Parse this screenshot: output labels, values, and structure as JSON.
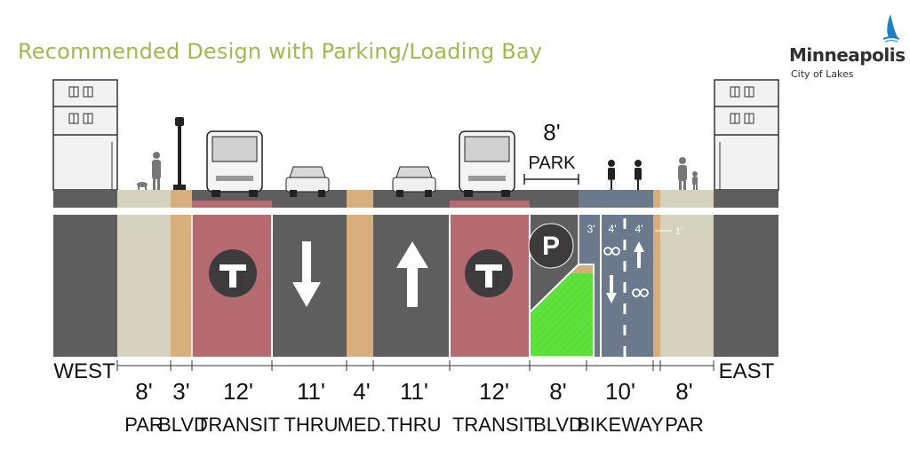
{
  "title": "Recommended Design with Parking/Loading Bay",
  "logo": {
    "name": "Minneapolis",
    "tagline": "City of Lakes"
  },
  "directions": {
    "west": "WEST",
    "east": "EAST"
  },
  "segments": [
    {
      "width": "8'",
      "name": "PAR"
    },
    {
      "width": "3'",
      "name": "BLVD"
    },
    {
      "width": "12'",
      "name": "TRANSIT"
    },
    {
      "width": "11'",
      "name": "THRU"
    },
    {
      "width": "4'",
      "name": "MED."
    },
    {
      "width": "11'",
      "name": "THRU"
    },
    {
      "width": "12'",
      "name": "TRANSIT"
    },
    {
      "width": "8'",
      "name": "BLVD"
    },
    {
      "width": "10'",
      "name": "BIKEWAY"
    },
    {
      "width": "8'",
      "name": "PAR"
    }
  ],
  "park_callout": {
    "width": "8'",
    "name": "PARK"
  },
  "parking_sign": "P",
  "bikeway_dims": {
    "buffer": "3'",
    "lane_a": "4'",
    "lane_b": "4'",
    "edge": "1'"
  },
  "colors": {
    "title": "#9fba4f",
    "asphalt": "#5e5e5e",
    "transit": "#b56b70",
    "sidewalk": "#d5d3c0",
    "boulevard": "#d8ae7c",
    "green_blvd": "#5ce23a",
    "bikeway": "#6a7a8c",
    "building": "#f2f2f2"
  }
}
